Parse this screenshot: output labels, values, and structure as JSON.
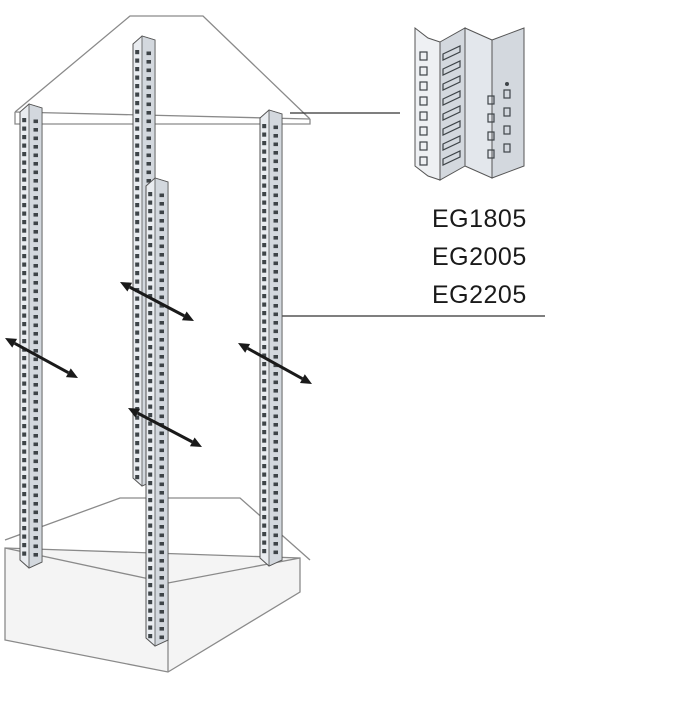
{
  "product_codes": [
    "EG1805",
    "EG2005",
    "EG2205"
  ],
  "colors": {
    "cabinet_line": "#8a8a8a",
    "cabinet_fill": "#f4f4f4",
    "base_fill": "#e8e8e8",
    "rail_fill": "#e9ecf0",
    "rail_shade": "#d3d8de",
    "rail_outline": "#555555",
    "hole": "#3e4448",
    "arrow": "#1a1a1a"
  },
  "icons": [
    "rail-profile-detail",
    "double-headed-arrow"
  ]
}
